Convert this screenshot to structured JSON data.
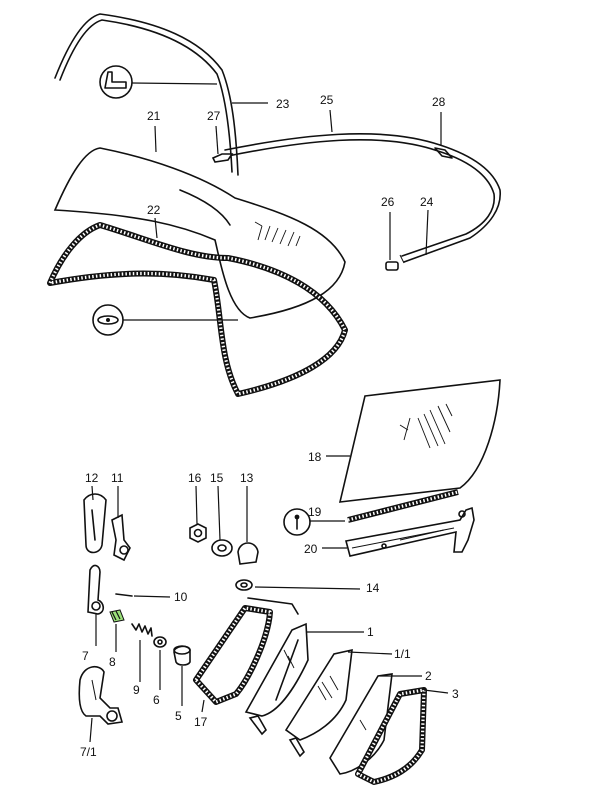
{
  "labels": [
    {
      "id": "p21",
      "text": "21"
    },
    {
      "id": "p22",
      "text": "22"
    },
    {
      "id": "p23",
      "text": "23"
    },
    {
      "id": "p27",
      "text": "27"
    },
    {
      "id": "p25",
      "text": "25"
    },
    {
      "id": "p28",
      "text": "28"
    },
    {
      "id": "p26",
      "text": "26"
    },
    {
      "id": "p24",
      "text": "24"
    },
    {
      "id": "p18",
      "text": "18"
    },
    {
      "id": "p19",
      "text": "19"
    },
    {
      "id": "p20",
      "text": "20"
    },
    {
      "id": "p12",
      "text": "12"
    },
    {
      "id": "p11",
      "text": "11"
    },
    {
      "id": "p16",
      "text": "16"
    },
    {
      "id": "p15",
      "text": "15"
    },
    {
      "id": "p13",
      "text": "13"
    },
    {
      "id": "p14",
      "text": "14"
    },
    {
      "id": "p10",
      "text": "10"
    },
    {
      "id": "p7",
      "text": "7"
    },
    {
      "id": "p8",
      "text": "8"
    },
    {
      "id": "p9",
      "text": "9"
    },
    {
      "id": "p6",
      "text": "6"
    },
    {
      "id": "p5",
      "text": "5"
    },
    {
      "id": "p17",
      "text": "17"
    },
    {
      "id": "p1",
      "text": "1"
    },
    {
      "id": "p1_1",
      "text": "1/1"
    },
    {
      "id": "p2",
      "text": "2"
    },
    {
      "id": "p3",
      "text": "3"
    },
    {
      "id": "p7_1",
      "text": "7/1"
    }
  ],
  "colors": {
    "line": "#111111",
    "highlight": "#9be07a",
    "background": "#ffffff"
  },
  "icons": [
    "seal-profile-icon",
    "badge-icon",
    "screw-icon"
  ]
}
